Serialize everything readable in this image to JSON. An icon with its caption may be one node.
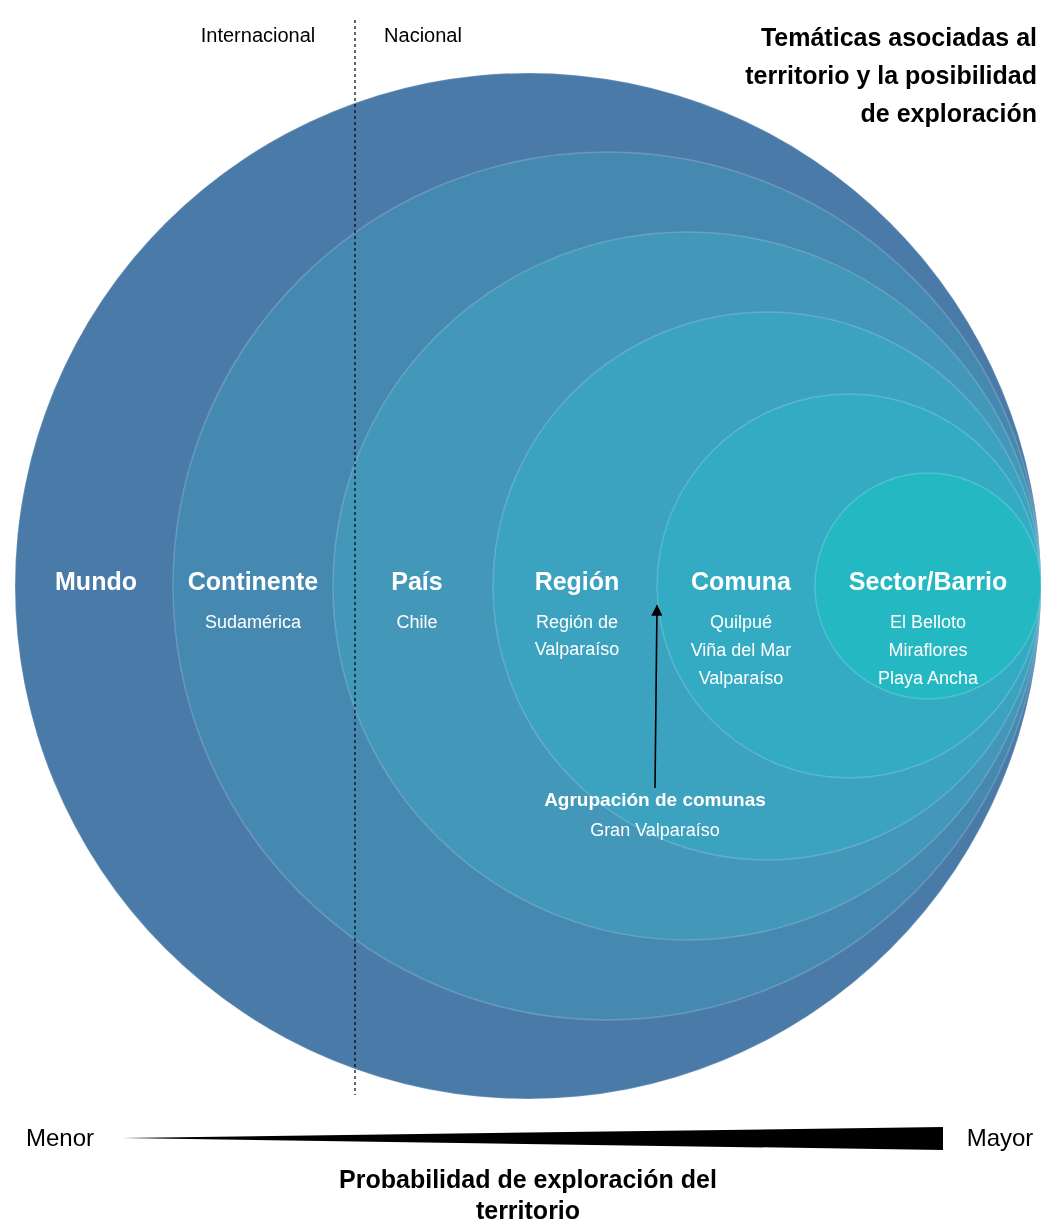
{
  "diagram": {
    "title": "Temáticas asociadas al territorio y la posibilidad de exploración",
    "nodes": [
      {
        "text": [
          "Mundo"
        ]
      },
      {
        "text": [
          "Continente",
          "Sudamérica"
        ],
        "in": 0
      },
      {
        "text": [
          "País",
          "Chile"
        ],
        "in": 1
      },
      {
        "text": [
          "Región",
          "Región de Valparaíso"
        ],
        "in": 2
      },
      {
        "text": [
          "Comuna",
          "Quilpué",
          "Viña del Mar",
          "Valparaíso"
        ],
        "in": 3
      },
      {
        "text": [
          "Sector/Barrio",
          "El Belloto",
          "Miraflores",
          "Playa Ancha"
        ],
        "in": 4
      },
      {
        "text": [
          "Agrupación de comunas",
          "Gran Valparaíso"
        ],
        "in": 3
      }
    ],
    "edges": [
      {
        "from": 6,
        "to": 4,
        "arrow": "to"
      }
    ],
    "labels": [
      "Internacional",
      "Nacional",
      "Menor",
      "Mayor",
      "Probabilidad de exploración del territorio"
    ]
  }
}
